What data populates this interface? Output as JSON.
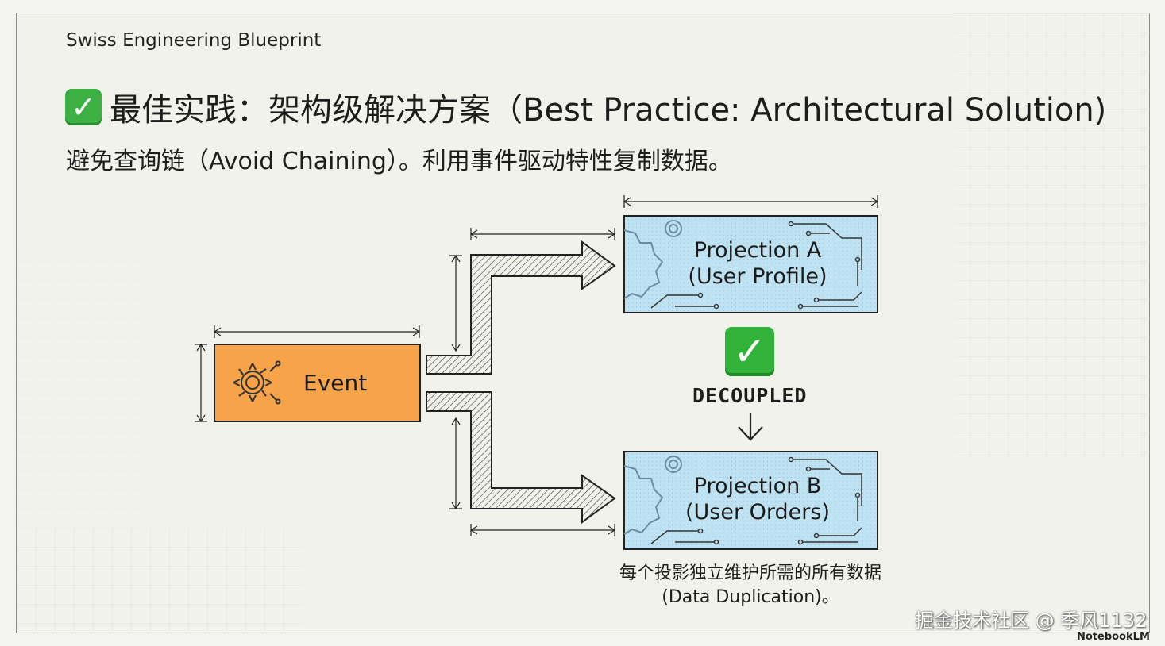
{
  "brand": "Swiss Engineering Blueprint",
  "title": {
    "icon": "check-mark-icon",
    "text": "最佳实践：架构级解决方案（Best Practice: Architectural Solution)"
  },
  "subtitle": "避免查询链（Avoid Chaining）。利用事件驱动特性复制数据。",
  "diagram": {
    "event": {
      "label": "Event",
      "color": "#f7a34a"
    },
    "projection_a": {
      "line1": "Projection A",
      "line2": "(User Profile)",
      "color": "#bfe2f2"
    },
    "projection_b": {
      "line1": "Projection B",
      "line2": "(User Orders)",
      "color": "#bfe2f2"
    },
    "status": {
      "icon": "check-mark-icon",
      "label": "DECOUPLED",
      "color": "#33b23a"
    },
    "caption_line1": "每个投影独立维护所需的所有数据",
    "caption_line2": "(Data Duplication)。"
  },
  "watermark": "掘金技术社区 @ 季风1132",
  "footer": "NotebookLM"
}
